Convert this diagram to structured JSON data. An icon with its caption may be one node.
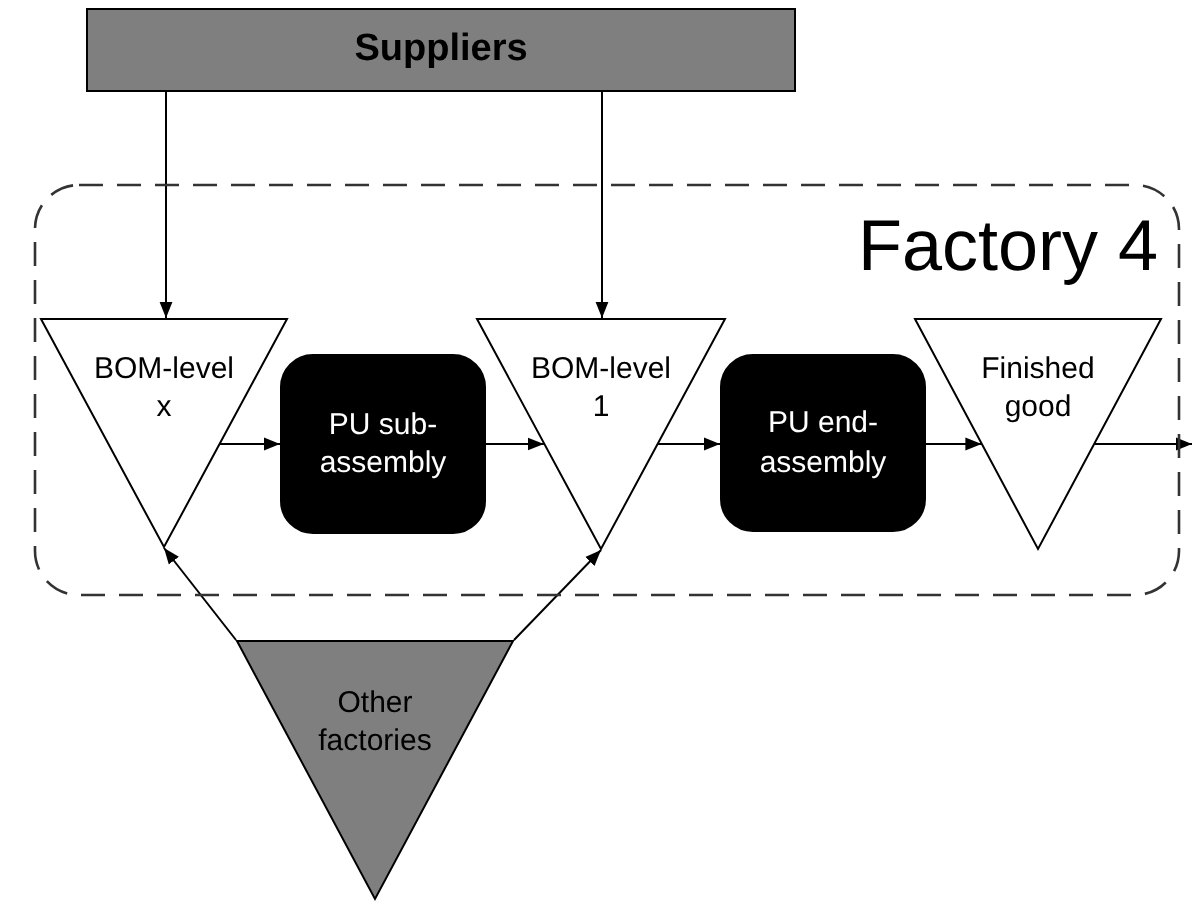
{
  "diagram": {
    "nodes": [
      {
        "text": [
          "Suppliers"
        ]
      },
      {
        "text": [
          "Factory 4"
        ]
      },
      {
        "text": [
          "BOM-level x"
        ],
        "in": 1
      },
      {
        "text": [
          "PU sub-assembly"
        ],
        "in": 1
      },
      {
        "text": [
          "BOM-level 1"
        ],
        "in": 1
      },
      {
        "text": [
          "PU end-assembly"
        ],
        "in": 1
      },
      {
        "text": [
          "Finished good"
        ],
        "in": 1
      },
      {
        "text": [
          "Other factories"
        ]
      }
    ],
    "edges": [
      {
        "from": 0,
        "to": 2,
        "arrow": "to"
      },
      {
        "from": 0,
        "to": 4,
        "arrow": "to"
      },
      {
        "from": 2,
        "to": 3,
        "arrow": "to"
      },
      {
        "from": 3,
        "to": 4,
        "arrow": "to"
      },
      {
        "from": 4,
        "to": 5,
        "arrow": "to"
      },
      {
        "from": 5,
        "to": 6,
        "arrow": "to"
      },
      {
        "from": 6,
        "to": null,
        "arrow": "to"
      },
      {
        "from": 7,
        "to": 2,
        "arrow": "to"
      },
      {
        "from": 7,
        "to": 4,
        "arrow": "to"
      }
    ]
  }
}
